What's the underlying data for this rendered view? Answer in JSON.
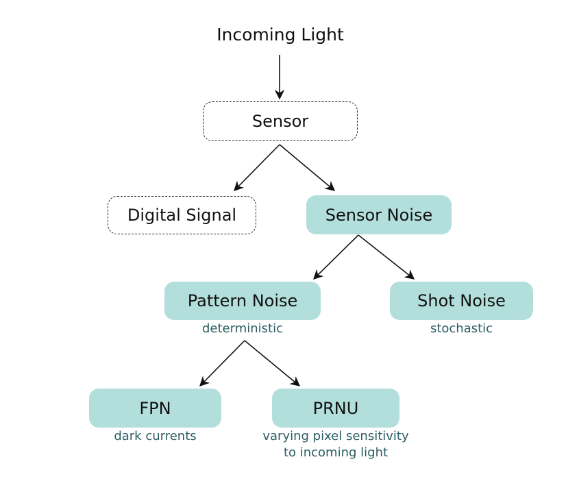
{
  "diagram": {
    "root_label": "Incoming Light",
    "nodes": {
      "sensor": {
        "label": "Sensor",
        "style": "dashed"
      },
      "digital_signal": {
        "label": "Digital Signal",
        "style": "dashed"
      },
      "sensor_noise": {
        "label": "Sensor Noise",
        "style": "filled"
      },
      "pattern_noise": {
        "label": "Pattern Noise",
        "style": "filled",
        "caption": "deterministic"
      },
      "shot_noise": {
        "label": "Shot Noise",
        "style": "filled",
        "caption": "stochastic"
      },
      "fpn": {
        "label": "FPN",
        "style": "filled",
        "caption": "dark currents"
      },
      "prnu": {
        "label": "PRNU",
        "style": "filled",
        "caption_line1": "varying pixel sensitivity",
        "caption_line2": "to incoming light"
      }
    },
    "edges": [
      {
        "from": "incoming_light",
        "to": "sensor"
      },
      {
        "from": "sensor",
        "to": "digital_signal"
      },
      {
        "from": "sensor",
        "to": "sensor_noise"
      },
      {
        "from": "sensor_noise",
        "to": "pattern_noise"
      },
      {
        "from": "sensor_noise",
        "to": "shot_noise"
      },
      {
        "from": "pattern_noise",
        "to": "fpn"
      },
      {
        "from": "pattern_noise",
        "to": "prnu"
      }
    ],
    "colors": {
      "node_fill": "#b2dfdb",
      "caption_text": "#2a5c63",
      "edge": "#111111"
    }
  }
}
